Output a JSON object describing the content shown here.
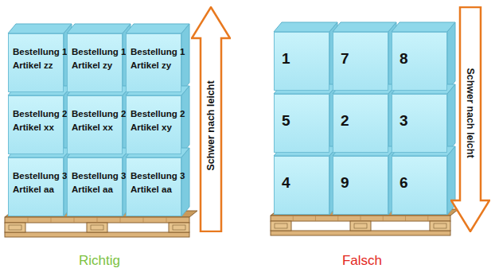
{
  "diagram": {
    "nodes": [
      {
        "text": [
          "Bestellung 1",
          "Artikel zz"
        ]
      },
      {
        "text": [
          "Bestellung 1",
          "Artikel zy"
        ]
      },
      {
        "text": [
          "Bestellung 1",
          "Artikel zy"
        ]
      },
      {
        "text": [
          "Bestellung 2",
          "Artikel xx"
        ]
      },
      {
        "text": [
          "Bestellung 2",
          "Artikel xx"
        ]
      },
      {
        "text": [
          "Bestellung 2",
          "Artikel xy"
        ]
      },
      {
        "text": [
          "Bestellung 3",
          "Artikel aa"
        ]
      },
      {
        "text": [
          "Bestellung 3",
          "Artikel aa"
        ]
      },
      {
        "text": [
          "Bestellung 3",
          "Artikel aa"
        ]
      },
      {
        "text": [
          "Schwer nach leicht"
        ]
      },
      {
        "text": [
          "1"
        ]
      },
      {
        "text": [
          "7"
        ]
      },
      {
        "text": [
          "8"
        ]
      },
      {
        "text": [
          "5"
        ]
      },
      {
        "text": [
          "2"
        ]
      },
      {
        "text": [
          "3"
        ]
      },
      {
        "text": [
          "4"
        ]
      },
      {
        "text": [
          "9"
        ]
      },
      {
        "text": [
          "6"
        ]
      },
      {
        "text": [
          "Schwer nach leicht"
        ]
      }
    ],
    "labels": [
      "Richtig",
      "Falsch"
    ]
  }
}
